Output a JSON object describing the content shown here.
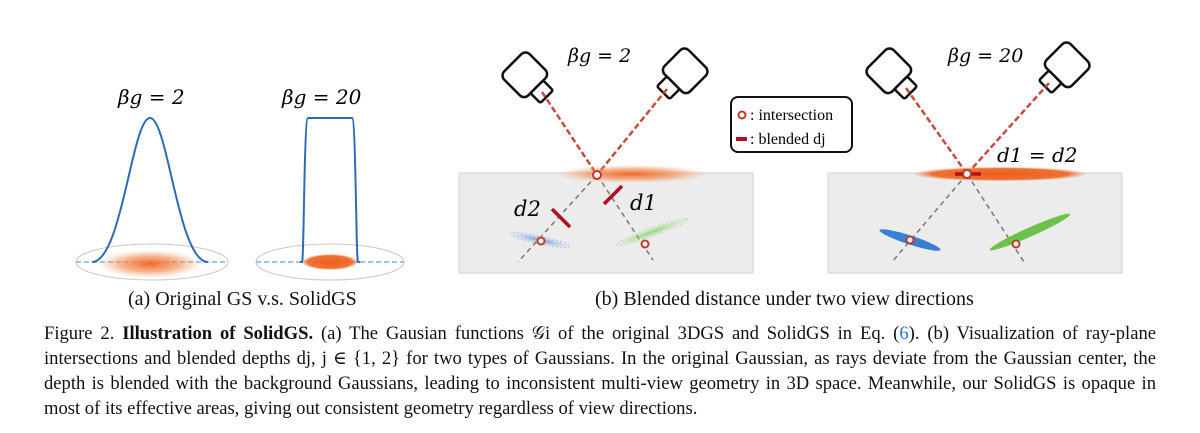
{
  "panel_a": {
    "label_left": "βg = 2",
    "label_right": "βg = 20",
    "caption": "(a) Original GS v.s. SolidGS"
  },
  "panel_b": {
    "label_left": "βg = 2",
    "label_right": "βg = 20",
    "d2": "d2",
    "d1": "d1",
    "d1_eq_d2": "d1 = d2",
    "legend": {
      "intersection": ": intersection",
      "blended": ": blended dj"
    },
    "caption": "(b) Blended distance under two view directions"
  },
  "caption": {
    "prefix": "Figure 2.",
    "title": "Illustration of SolidGS.",
    "text_1": " (a) The Gausian functions 𝒢i of the original 3DGS and SolidGS in Eq. (",
    "eq_ref": "6",
    "text_2": "). (b) Visualization of ray-plane intersections and blended depths dj, j ∈ {1, 2} for two types of Gaussians. In the original Gaussian, as rays deviate from the Gaussian center, the depth is blended with the background Gaussians, leading to inconsistent multi-view geometry in 3D space. Meanwhile, our SolidGS is opaque in most of its effective areas, giving out consistent geometry regardless of view directions."
  },
  "colors": {
    "curve": "#2f6cb5",
    "gaussian": "#ef6a2a",
    "ray": "#c0392b",
    "green": "#6cc24a",
    "blue": "#3b7fd4"
  }
}
